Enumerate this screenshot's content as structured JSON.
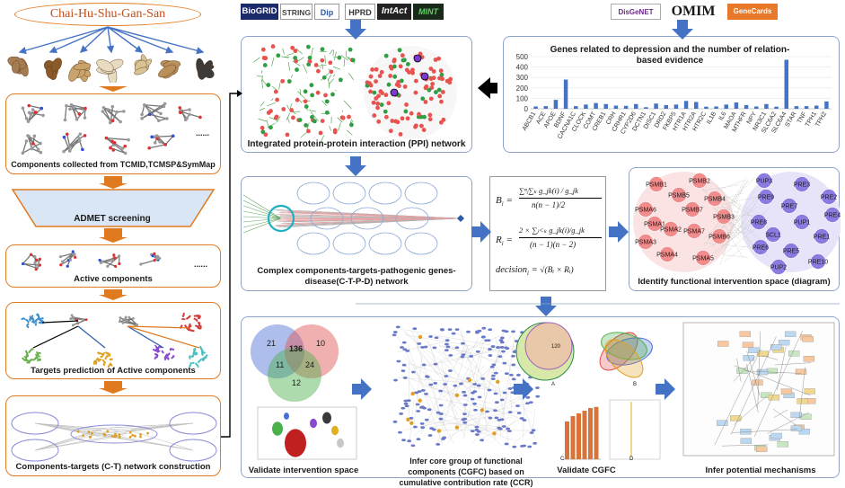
{
  "left_column": {
    "title": "Chai-Hu-Shu-Gan-San",
    "components_caption": "Components collected from TCMID,TCMSP&SymMap",
    "admet_label": "ADMET screening",
    "active_caption": "Active components",
    "targets_caption": "Targets prediction of Active components",
    "network_caption": "Components-targets (C-T) network construction",
    "ellipsis": "......"
  },
  "ppi_sources": [
    "BioGRID",
    "STRING",
    "Dip",
    "HPRD",
    "IntAct",
    "MINT"
  ],
  "disease_sources": [
    "DisGeNET",
    "OMIM",
    "GeneCards"
  ],
  "ppi_caption": "Integrated protein-protein interaction (PPI) network",
  "ctpd_caption": "Complex components-targets-pathogenic genes-disease(C-T-P-D) network",
  "formulas": {
    "bi_lhs": "B",
    "ri_lhs": "R",
    "decision_lhs": "decision",
    "sub_i": "i",
    "bi_num": "∑ⁿⱼ∑ₖ g_jk(i) / g_jk",
    "bi_den": "n(n − 1)/2",
    "ri_num": "2 × ∑ⱼ<ₖ g_jk(i)/g_jk",
    "ri_den": "(n − 1)(n − 2)",
    "decision_rhs": "√(Bᵢ × Rᵢ)"
  },
  "functional_space_caption": "Identify functional intervention space (diagram)",
  "psmb_nodes": [
    "PSMB1",
    "PSMB2",
    "PSMB5",
    "PSMB4",
    "PSMA6",
    "PSMB7",
    "PSMA1",
    "PSMB3",
    "PSMA2",
    "PSMA7",
    "PSMA3",
    "PSMB6",
    "PSMA4",
    "PSMA5"
  ],
  "pup_nodes": [
    "PUP3",
    "PRE3",
    "PRE9",
    "PRE2",
    "PRE7",
    "PRE4",
    "PRE8",
    "PUP1",
    "SCL1",
    "PRE1",
    "PRE6",
    "PRE5",
    "PUP2",
    "PRE10"
  ],
  "bottom": {
    "validate_space_caption": "Validate intervention space",
    "cgfc_caption": "Infer core group of functional components (CGFC) based on cumulative contribution rate (CCR)",
    "validate_cgfc_caption": "Validate CGFC",
    "mechanisms_caption": "Infer potential mechanisms",
    "venn_values": [
      "21",
      "10",
      "136",
      "11",
      "24",
      "12"
    ],
    "venn2_value": "120",
    "panel_letters": [
      "A",
      "B",
      "C",
      "D"
    ]
  },
  "chart_data": {
    "type": "bar",
    "title": "Genes related to depression and the number of relation-based evidence",
    "xlabel": "",
    "ylabel": "",
    "ylim": [
      0,
      500
    ],
    "yticks": [
      0,
      100,
      200,
      300,
      400,
      500
    ],
    "categories": [
      "ABCB1",
      "ACE",
      "APOE",
      "BDNF",
      "CACNA1C",
      "CLOCK",
      "COMT",
      "CREB1",
      "CRH",
      "CRHR1",
      "CYP2D6",
      "DCTN1",
      "DISC1",
      "DRD2",
      "FKBP5",
      "HTR1A",
      "HTR2A",
      "HTR2C",
      "IL1B",
      "IL6",
      "MAOA",
      "MTHFR",
      "NPY",
      "NR3C1",
      "SLC6A2",
      "SLC6A4",
      "STAR",
      "TNF",
      "TPH1",
      "TPH2"
    ],
    "values": [
      22,
      25,
      85,
      280,
      25,
      40,
      55,
      45,
      30,
      28,
      45,
      15,
      50,
      35,
      40,
      75,
      65,
      20,
      22,
      40,
      60,
      35,
      22,
      45,
      20,
      470,
      25,
      25,
      30,
      70
    ],
    "colors": {
      "bar": "#4472c4",
      "axis": "#bfbfbf"
    }
  },
  "colors": {
    "orange": "#e07a1f",
    "arrow_blue": "#4472c4",
    "red_node": "#e8524f",
    "green_node": "#2f9e44",
    "psmb_fill": "#f08c8c",
    "pup_fill": "#8a7be0"
  }
}
